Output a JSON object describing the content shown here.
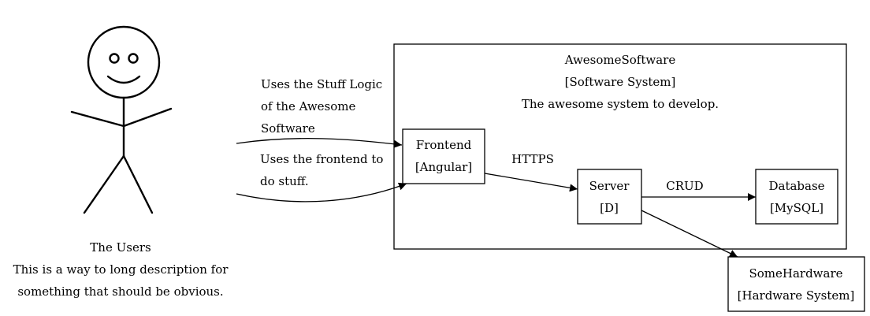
{
  "actor": {
    "name": "The Users",
    "description_lines": [
      "This is a way to long description for",
      "something that should be obvious."
    ]
  },
  "system": {
    "name": "AwesomeSoftware",
    "type": "[Software System]",
    "description": "The awesome system to develop."
  },
  "nodes": {
    "frontend": {
      "name": "Frontend",
      "tech": "[Angular]"
    },
    "server": {
      "name": "Server",
      "tech": "[D]"
    },
    "database": {
      "name": "Database",
      "tech": "[MySQL]"
    },
    "hardware": {
      "name": "SomeHardware",
      "tech": "[Hardware System]"
    }
  },
  "edges": {
    "stuff_logic": [
      "Uses the Stuff Logic",
      "of the Awesome",
      "Software"
    ],
    "use_frontend": [
      "Uses the frontend to",
      "do stuff."
    ],
    "https": "HTTPS",
    "crud": "CRUD"
  }
}
